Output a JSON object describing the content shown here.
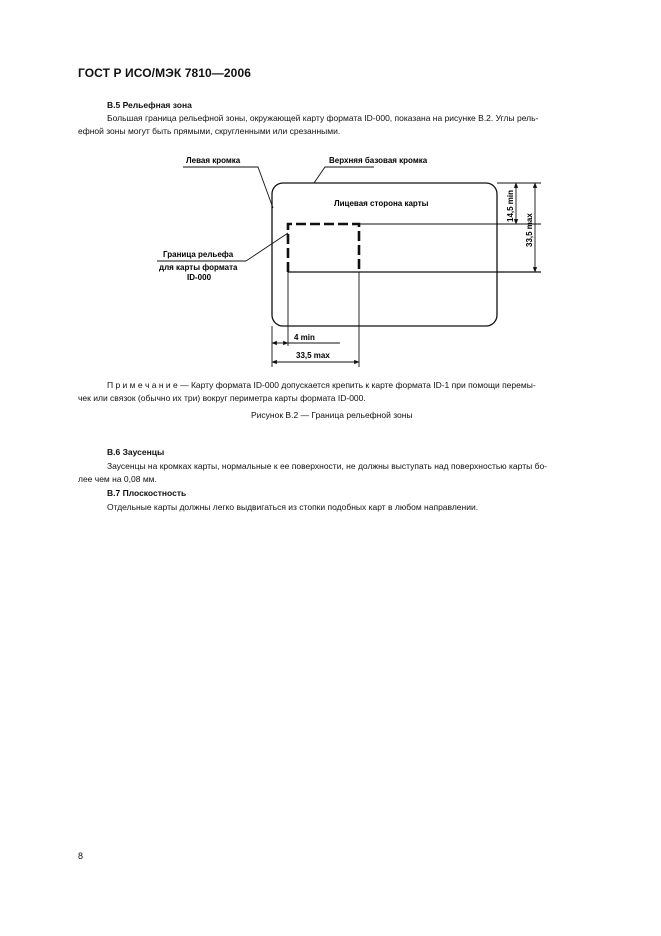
{
  "doc": {
    "header": "ГОСТ Р ИСО/МЭК 7810—2006",
    "page_number": "8"
  },
  "b5": {
    "heading": "B.5  Рельефная зона",
    "para_line1": "Большая граница рельефной зоны, окружающей карту формата ID-000, показана на рисунке B.2. Углы рель-",
    "para_line2": "ефной зоны могут быть прямыми, скругленными или срезанными."
  },
  "figure": {
    "left_edge": "Левая кромка",
    "top_ref_edge": "Верхняя базовая кромка",
    "card_face": "Лицевая сторона карты",
    "relief_boundary_line1": "Граница рельефа",
    "relief_boundary_line2": "для карты формата",
    "relief_boundary_line3": "ID-000",
    "dim_14_5": "14,5 min",
    "dim_33_5_v": "33,5 max",
    "dim_4": "4 min",
    "dim_33_5_h": "33,5 max",
    "caption": "Рисунок B.2 — Граница рельефной зоны"
  },
  "note": {
    "line1": "П р и м е ч а н и е — Карту формата ID-000 допускается крепить к карте формата ID-1 при помощи перемы-",
    "line2": "чек или связок (обычно их три) вокруг периметра карты формата ID-000."
  },
  "b6": {
    "heading": "B.6  Заусенцы",
    "para_line1": "Заусенцы на кромках карты, нормальные к ее поверхности, не должны выступать над поверхностью карты бо-",
    "para_line2": "лее чем на 0,08 мм."
  },
  "b7": {
    "heading": "B.7  Плоскостность",
    "para_line1": "Отдельные карты должны легко выдвигаться из стопки подобных карт в любом направлении."
  }
}
